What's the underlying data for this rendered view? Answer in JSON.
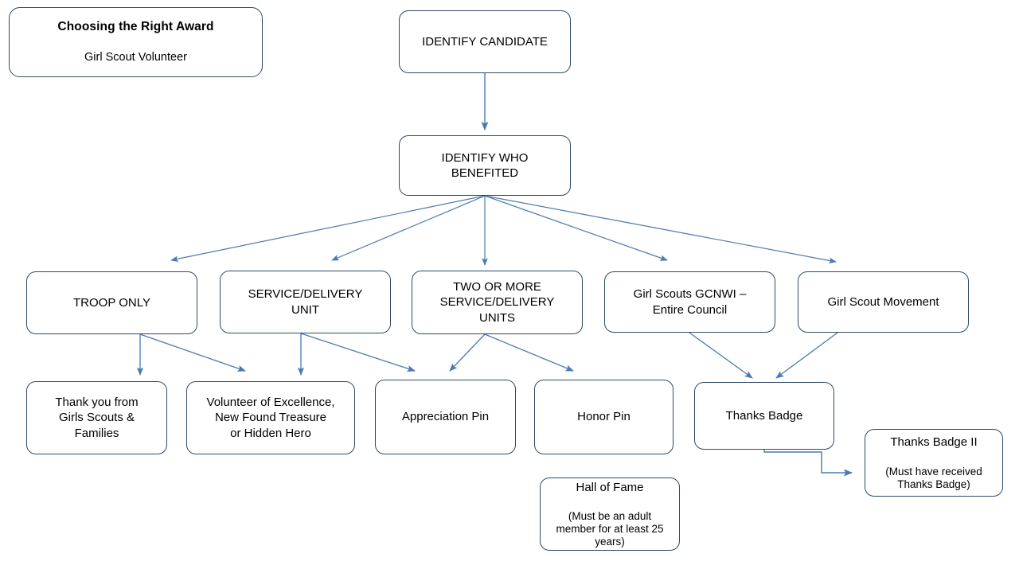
{
  "diagram": {
    "title_card": {
      "heading": "Choosing the Right Award",
      "subheading": "Girl Scout Volunteer"
    },
    "colors": {
      "node_border": "#2f4a63",
      "edge_line": "#4a7ab0",
      "node_fill": "#ffffff",
      "text": "#000000"
    },
    "nodes": {
      "identify_candidate": "IDENTIFY  CANDIDATE",
      "identify_who_benefited": "IDENTIFY  WHO\nBENEFITED",
      "troop_only": "TROOP ONLY",
      "service_delivery_unit": "SERVICE/DELIVERY\nUNIT",
      "two_or_more_units": "TWO OR MORE\nSERVICE/DELIVERY\nUNITS",
      "gcnwi_entire_council": "Girl Scouts GCNWI –\nEntire Council",
      "girl_scout_movement": "Girl Scout Movement",
      "thank_you": "Thank you from\nGirls Scouts &\nFamilies",
      "volunteer_excellence": "Volunteer of Excellence,\nNew Found Treasure\nor Hidden Hero",
      "appreciation_pin": "Appreciation Pin",
      "honor_pin": "Honor Pin",
      "thanks_badge": "Thanks  Badge",
      "hall_of_fame_main": "Hall of Fame",
      "hall_of_fame_note": "(Must be an adult\nmember for at least 25\nyears)",
      "thanks_badge_ii_main": "Thanks  Badge II",
      "thanks_badge_ii_note": "(Must have received\nThanks Badge)"
    }
  }
}
